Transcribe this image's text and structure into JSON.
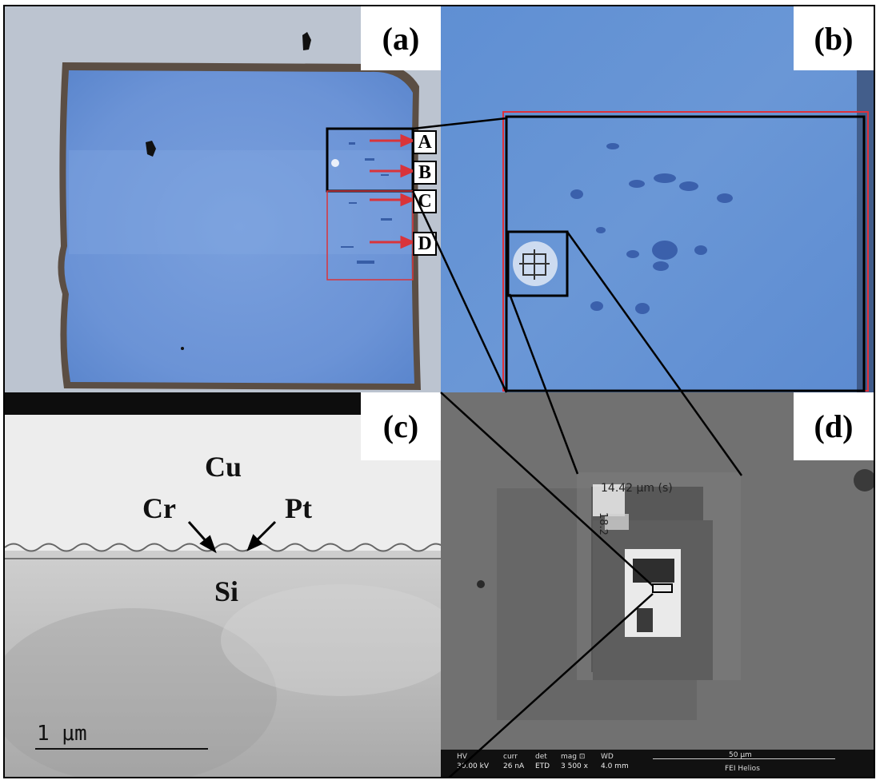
{
  "panels": {
    "a": {
      "label": "(a)",
      "markers": [
        "A",
        "B",
        "C",
        "D"
      ]
    },
    "b": {
      "label": "(b)"
    },
    "c": {
      "label": "(c)",
      "layers": {
        "top": "Cu",
        "bottom": "Si",
        "left_arrow": "Cr",
        "right_arrow": "Pt"
      },
      "scale_bar": "1 μm"
    },
    "d": {
      "label": "(d)",
      "measure_h": "14.42 μm (s)",
      "measure_v": "18.2",
      "status": {
        "hv_label": "HV",
        "hv_value": "30.00 kV",
        "curr_label": "curr",
        "curr_value": "26 nA",
        "det_label": "det",
        "det_value": "ETD",
        "mag_label": "mag ⊡",
        "mag_value": "3 500 x",
        "wd_label": "WD",
        "wd_value": "4.0 mm",
        "scale_label": "50 μm",
        "instrument": "FEI Helios"
      }
    }
  },
  "colors": {
    "arrow_red": "#d9343a",
    "box_red": "#e0303a",
    "frame": "#000000"
  }
}
